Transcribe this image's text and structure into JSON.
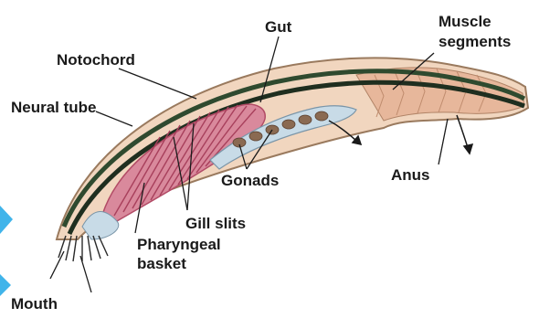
{
  "labels": {
    "gut": "Gut",
    "muscle_segments_line1": "Muscle",
    "muscle_segments_line2": "segments",
    "notochord": "Notochord",
    "neural_tube": "Neural tube",
    "gonads": "Gonads",
    "anus": "Anus",
    "gill_slits": "Gill slits",
    "pharyngeal_basket_line1": "Pharyngeal",
    "pharyngeal_basket_line2": "basket",
    "mouth": "Mouth"
  },
  "colors": {
    "body_outline": "#9a7a5e",
    "body_fill": "#f1d6bf",
    "muscle_fill": "#e7b79b",
    "notochord": "#1f2e1f",
    "neural_tube": "#2f4a2f",
    "pharynx_fill": "#d9899c",
    "gill_slit": "#b24b66",
    "gut_fill": "#c8dbe7",
    "gonad_fill": "#8a6a52",
    "leader": "#1a1a1a",
    "watermark": "#1fa7e6"
  }
}
